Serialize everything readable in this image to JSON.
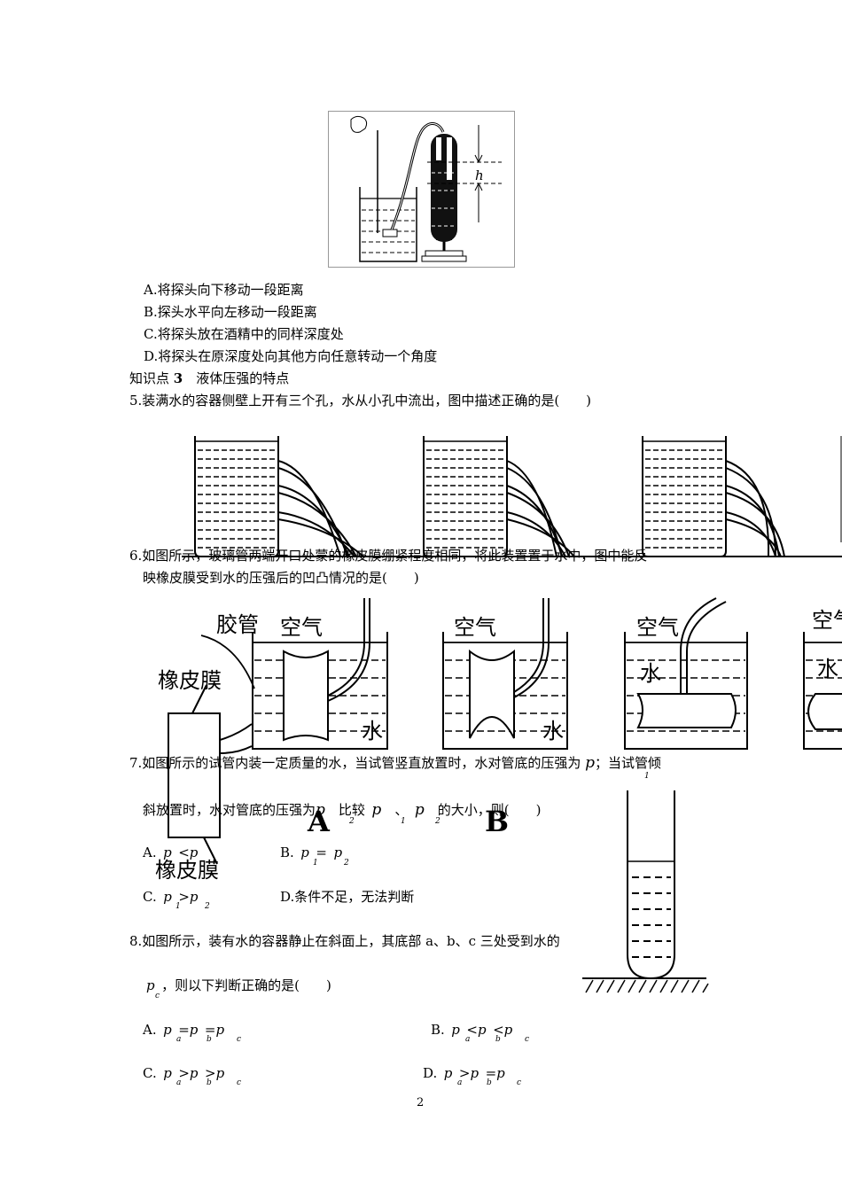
{
  "q4_options": {
    "a": "A.将探头向下移动一段距离",
    "b": "B.探头水平向左移动一段距离",
    "c": "C.将探头放在酒精中的同样深度处",
    "d": "D.将探头在原深度处向其他方向任意转动一个角度"
  },
  "section": {
    "label": "知识点",
    "number": "3",
    "title": "液体压强的特点"
  },
  "q5": {
    "stem": "5.装满水的容器侧壁上开有三个孔，水从小孔中流出，图中描述正确的是(　　)"
  },
  "q6": {
    "stem_line1": "6.如图所示，玻璃管两端开口处蒙的橡皮膜绷紧程度相同，将此装置置于水中，图中能反",
    "stem_line2": "映橡皮膜受到水的压强后的凹凸情况的是(　　)",
    "fig_labels": {
      "tube": "胶管",
      "membrane_top": "橡皮膜",
      "membrane_bottom": "橡皮膜",
      "air": "空气",
      "water": "水",
      "opt_a": "A",
      "opt_b": "B"
    }
  },
  "q7": {
    "line1": "7.如图所示的试管内装一定质量的水，当试管竖直放置时，水对管底的压强为",
    "line1_var": "p",
    "line1_sub": "1",
    "line1_end": "；当试管倾",
    "line2_a": "斜放置时，水对管底的压强为",
    "line2_var": "p",
    "line2_sub": "2",
    "line2_b": "比较",
    "line2_c": "、",
    "line2_d": "的大小，则(　　)",
    "opt_a_prefix": "A.",
    "opt_a_rel": "<",
    "opt_b_prefix": "B.",
    "opt_b_rel": "=",
    "opt_c_prefix": "C.",
    "opt_c_rel": ">",
    "opt_d": "D.条件不足，无法判断",
    "var_p": "p",
    "sub1": "1",
    "sub2": "2"
  },
  "q8": {
    "line1": "8.如图所示，装有水的容器静止在斜面上，其底部 a、b、c 三处受到水的",
    "line2": "，则以下判断正确的是(　　)",
    "var_p": "p",
    "sub_a": "a",
    "sub_b": "b",
    "sub_c": "c",
    "opt_a_prefix": "A.",
    "opt_b_prefix": "B.",
    "opt_c_prefix": "C.",
    "opt_d_prefix": "D.",
    "eq": "=",
    "lt": "<",
    "gt": ">"
  },
  "page_number": "2"
}
